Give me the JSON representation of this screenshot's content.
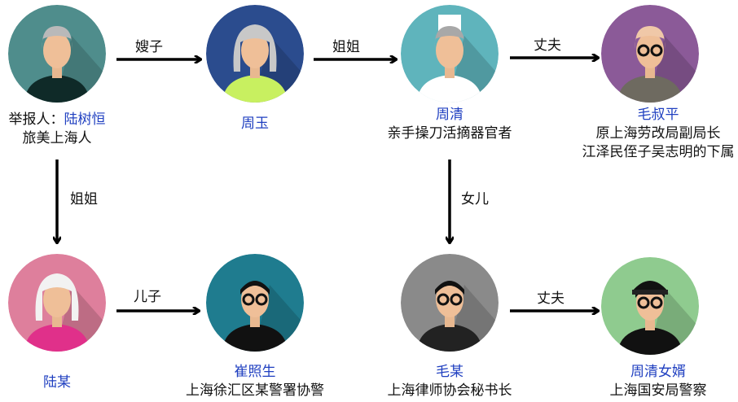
{
  "nodes": [
    {
      "id": "reporter",
      "name": "陆树恒",
      "prefix": "举报人：",
      "desc": [
        "旅美上海人"
      ],
      "bg": "#4f8d8c",
      "hair": "#b9b9b9",
      "body": "#0f2a28"
    },
    {
      "id": "zhouyu",
      "name": "周玉",
      "desc": [],
      "bg": "#2b4c8e",
      "hair": "#c8c8c8",
      "body": "#c8f060"
    },
    {
      "id": "zhouqing",
      "name": "周清",
      "desc": [
        "亲手操刀活摘器官者"
      ],
      "bg": "#5fb4bc",
      "hair": "#a8a8a8",
      "body": "#ffffff"
    },
    {
      "id": "maoshuping",
      "name": "毛叔平",
      "desc": [
        "原上海劳改局副局长",
        "江泽民侄子吴志明的下属"
      ],
      "bg": "#8b5a98",
      "hair": "#f0c8a8",
      "body": "#6e6a60"
    },
    {
      "id": "lumou",
      "name": "陆某",
      "desc": [],
      "bg": "#de7f9c",
      "hair": "#f2f2f2",
      "body": "#e0308a"
    },
    {
      "id": "cuizhaosheng",
      "name": "崔照生",
      "desc": [
        "上海徐汇区某警署协警"
      ],
      "bg": "#1f7c8f",
      "hair": "#111111",
      "body": "#111111"
    },
    {
      "id": "maomou",
      "name": "毛某",
      "desc": [
        "上海律师协会秘书长"
      ],
      "bg": "#8a8a8a",
      "hair": "#111111",
      "body": "#222222"
    },
    {
      "id": "soninlaw",
      "name": "周清女婿",
      "desc": [
        "上海国安局警察"
      ],
      "bg": "#8fcb8f",
      "hair": "#111111",
      "body": "#111111"
    }
  ],
  "relations": [
    {
      "from": "reporter",
      "to": "zhouyu",
      "label": "嫂子"
    },
    {
      "from": "zhouyu",
      "to": "zhouqing",
      "label": "姐姐"
    },
    {
      "from": "zhouqing",
      "to": "maoshuping",
      "label": "丈夫"
    },
    {
      "from": "reporter",
      "to": "lumou",
      "label": "姐姐"
    },
    {
      "from": "zhouqing",
      "to": "maomou",
      "label": "女儿"
    },
    {
      "from": "lumou",
      "to": "cuizhaosheng",
      "label": "儿子"
    },
    {
      "from": "maomou",
      "to": "soninlaw",
      "label": "丈夫"
    }
  ]
}
